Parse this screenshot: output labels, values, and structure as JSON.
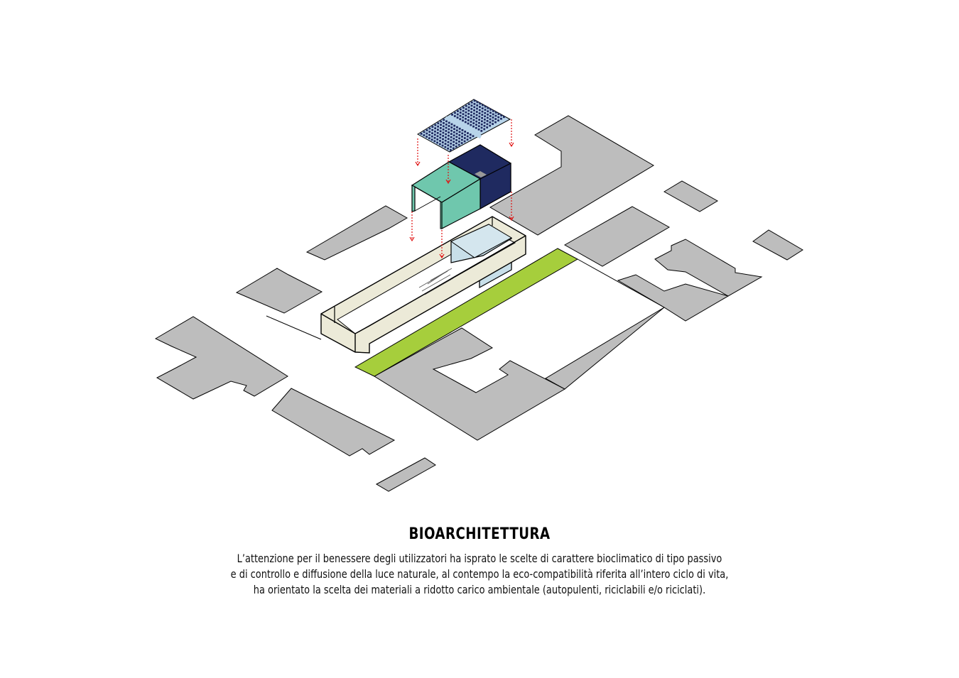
{
  "title": "BIOARCHITETTURA",
  "description": [
    "L’attenzione per il benessere degli utilizzatori ha isprato le scelte di carattere bioclimatico di tipo passivo",
    "e di controllo e diffusione della luce naturale, al contempo la eco-compatibilità riferita all’intero ciclo di vita,",
    "ha orientato la scelta dei materiali a ridotto carico ambientale (autopulenti, riciclabili e/o riciclati)."
  ],
  "colors": {
    "buildings": "#bdbdbd",
    "green_strip": "#a6ce3c",
    "teal_volume": "#6fc7ad",
    "navy_volume": "#1f2a60",
    "frame": "#ecead8",
    "glass": "#c8dfe9",
    "solar_panel": "#b8d4ea",
    "arrows": "#e01010"
  }
}
